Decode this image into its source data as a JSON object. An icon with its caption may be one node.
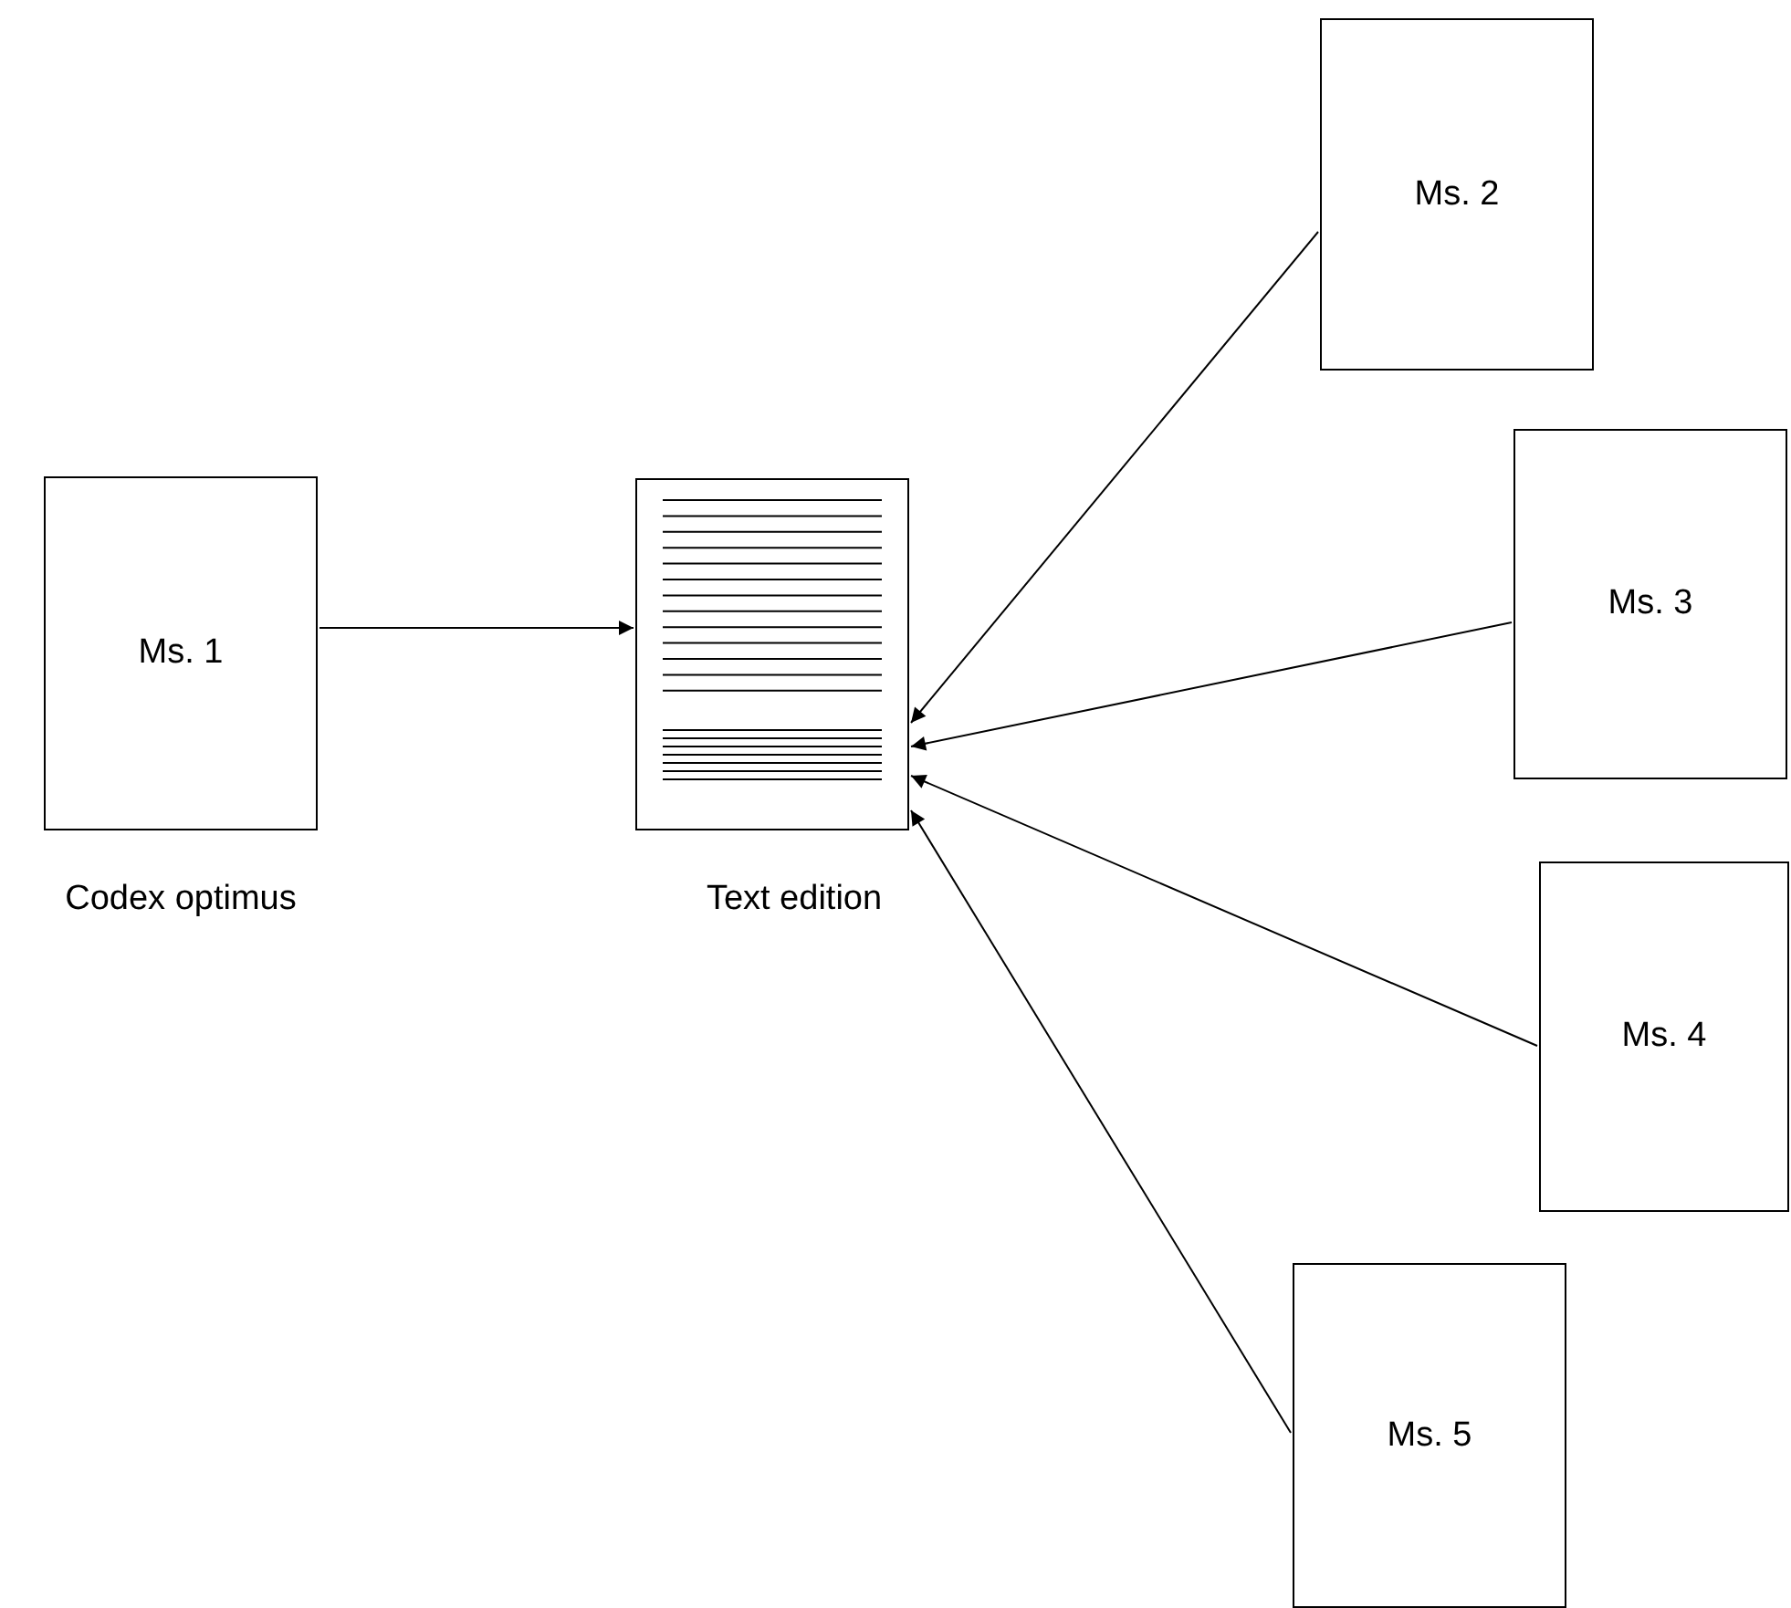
{
  "diagram": {
    "nodes": [
      {
        "text": [
          "Ms. 1"
        ],
        "beside": [
          "Codex optimus"
        ]
      },
      {
        "text": [],
        "shape": "box",
        "beside": [
          "Text edition"
        ]
      },
      {
        "text": [
          "Ms. 2"
        ]
      },
      {
        "text": [
          "Ms. 3"
        ]
      },
      {
        "text": [
          "Ms. 4"
        ]
      },
      {
        "text": [
          "Ms. 5"
        ]
      }
    ],
    "edges": [
      {
        "from": 0,
        "to": 1,
        "arrow": "to"
      },
      {
        "from": 2,
        "to": 1,
        "arrow": "to"
      },
      {
        "from": 3,
        "to": 1,
        "arrow": "to"
      },
      {
        "from": 4,
        "to": 1,
        "arrow": "to"
      },
      {
        "from": 5,
        "to": 1,
        "arrow": "to"
      }
    ]
  }
}
